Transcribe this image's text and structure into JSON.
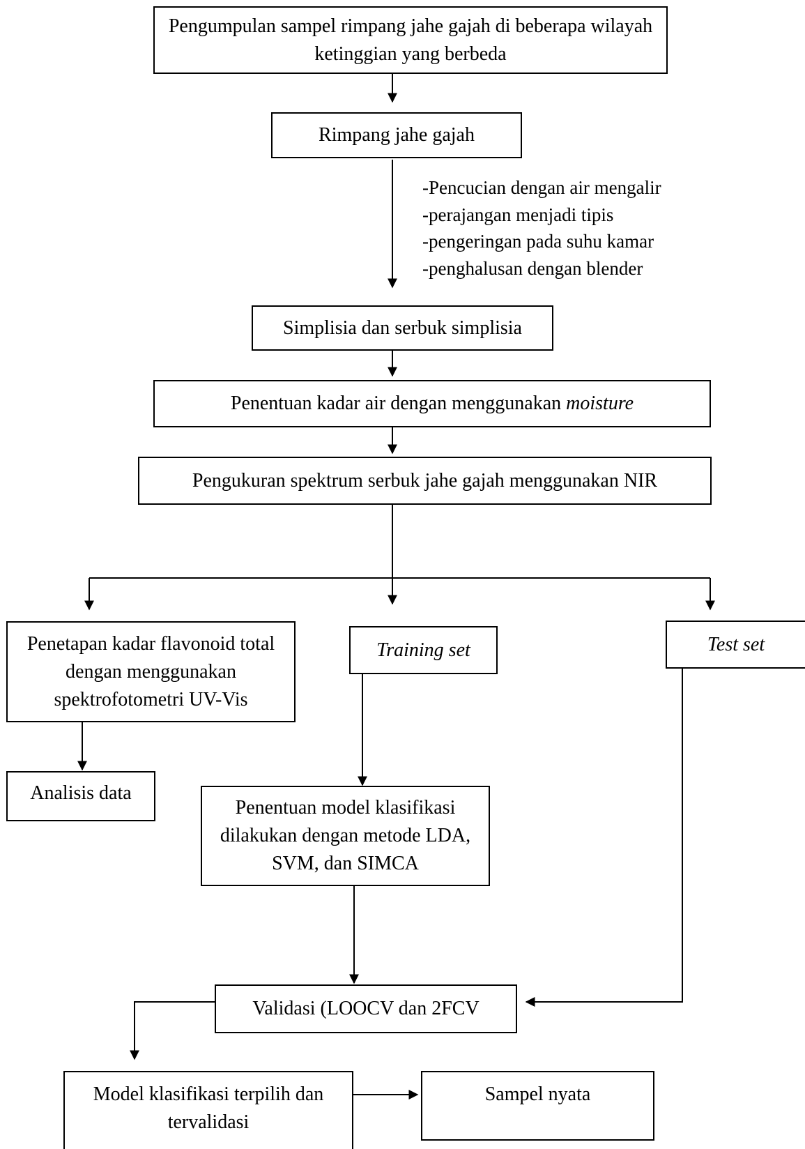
{
  "flow": {
    "collection": "Pengumpulan sampel rimpang jahe gajah di beberapa wilayah ketinggian yang berbeda",
    "rhizome": "Rimpang jahe gajah",
    "preparation_steps": [
      "-Pencucian dengan air mengalir",
      "-perajangan menjadi tipis",
      "-pengeringan pada suhu kamar",
      "-penghalusan dengan blender"
    ],
    "simplisia": "Simplisia dan serbuk simplisia",
    "moisture": {
      "text": "Penentuan kadar air dengan menggunakan ",
      "italic": "moisture"
    },
    "nir": "Pengukuran spektrum serbuk jahe gajah menggunakan NIR",
    "flavonoid": "Penetapan kadar flavonoid total dengan menggunakan spektrofotometri UV-Vis",
    "training_set": "Training set",
    "test_set": "Test set",
    "analysis": "Analisis data",
    "classification": "Penentuan model klasifikasi dilakukan dengan metode LDA, SVM, dan SIMCA",
    "validation": "Validasi (LOOCV dan 2FCV",
    "selected_model": "Model klasifikasi terpilih dan tervalidasi",
    "real_sample": "Sampel nyata"
  }
}
